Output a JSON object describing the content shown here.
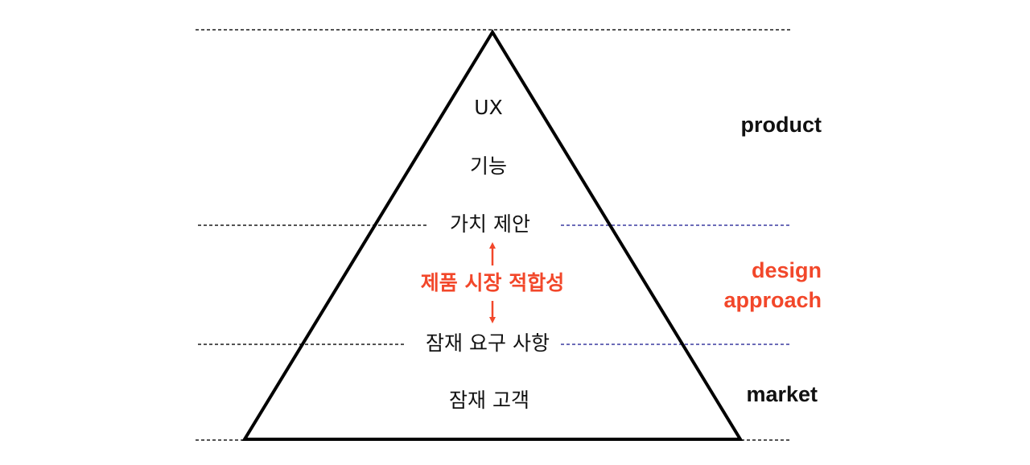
{
  "pyramid": {
    "levels": [
      {
        "key": "ux",
        "text": "UX"
      },
      {
        "key": "features",
        "text": "기능"
      },
      {
        "key": "value_prop",
        "text": "가치 제안"
      },
      {
        "key": "fit",
        "text": "제품 시장 적합성"
      },
      {
        "key": "needs",
        "text": "잠재 요구 사항"
      },
      {
        "key": "customers",
        "text": "잠재 고객"
      }
    ]
  },
  "sections": {
    "product": "product",
    "design_approach_line1": "design",
    "design_approach_line2": "approach",
    "market": "market"
  },
  "colors": {
    "accent": "#f2472a",
    "text": "#111111",
    "outline": "#000000",
    "upper_divider": "#1a1a1a",
    "lower_divider": "#3a3aa0"
  }
}
